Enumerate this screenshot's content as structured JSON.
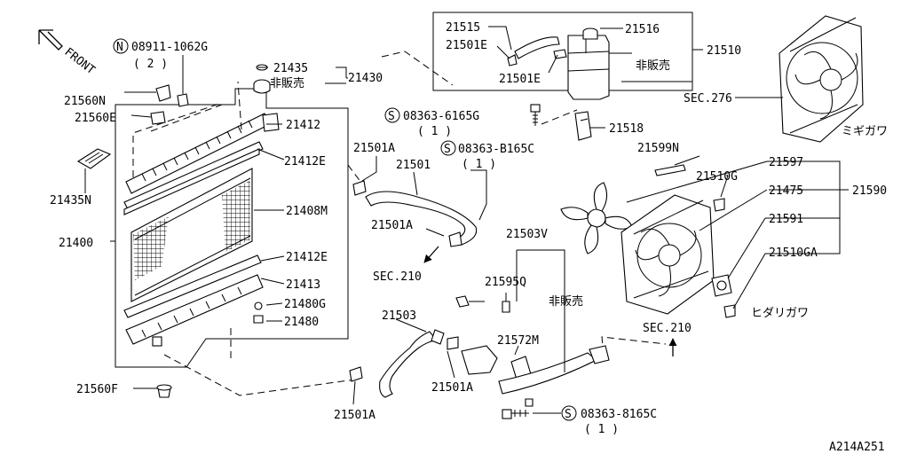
{
  "front_label": "FRONT",
  "diagram_id": "A214A251",
  "note_not_sold": "非販売",
  "side_right": "ミギガワ",
  "side_left": "ヒダリガワ",
  "labels": {
    "l_08911": "08911-1062G",
    "q_08911": "( 2 )",
    "l_21435": "21435",
    "l_21430": "21430",
    "l_21560N": "21560N",
    "l_21560E": "21560E",
    "l_21412": "21412",
    "l_21412E_top": "21412E",
    "l_21435N": "21435N",
    "l_21408M": "21408M",
    "l_21400": "21400",
    "l_21412E_bot": "21412E",
    "l_21413": "21413",
    "l_21480G": "21480G",
    "l_21480": "21480",
    "l_21560F": "21560F",
    "l_21515": "21515",
    "l_21501E_a": "21501E",
    "l_21501E_b": "21501E",
    "l_21516": "21516",
    "l_21510": "21510",
    "l_sec276": "SEC.276",
    "l_08363_6165G": "08363-6165G",
    "q_6165G": "( 1 )",
    "l_21518": "21518",
    "l_21501A_a": "21501A",
    "l_21501": "21501",
    "l_08363_B165C": "08363-B165C",
    "q_B165C": "( 1 )",
    "l_21599N": "21599N",
    "l_21597": "21597",
    "l_21510G": "21510G",
    "l_21475": "21475",
    "l_21590": "21590",
    "l_21591": "21591",
    "l_21510GA": "21510GA",
    "l_21501A_b": "21501A",
    "l_sec210_a": "SEC.210",
    "l_21503V": "21503V",
    "l_21595Q": "21595Q",
    "l_21503": "21503",
    "l_21572M": "21572M",
    "l_21501A_c": "21501A",
    "l_sec210_b": "SEC.210",
    "l_21501A_d": "21501A",
    "l_08363_8165C": "08363-8165C",
    "q_8165C": "( 1 )"
  }
}
